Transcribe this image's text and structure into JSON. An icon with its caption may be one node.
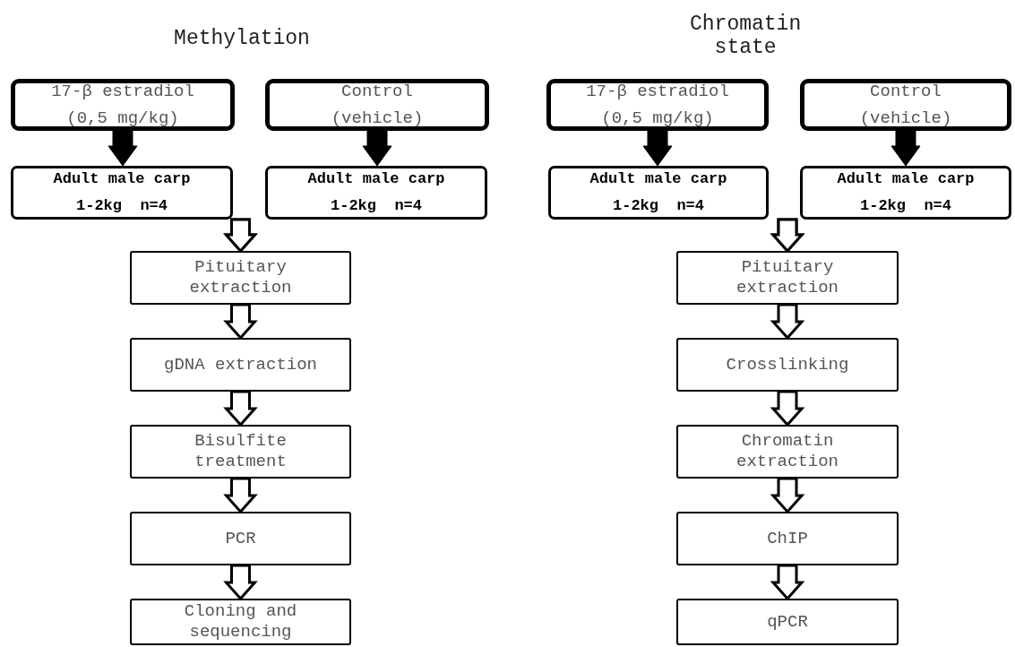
{
  "diagram": {
    "nodes": [
      {
        "text": [
          "17-β estradiol (0,5 mg/kg)"
        ]
      },
      {
        "text": [
          "Control (vehicle)"
        ]
      },
      {
        "text": [
          "Adult male carp 1-2kg  n=4"
        ]
      },
      {
        "text": [
          "Adult male carp 1-2kg  n=4"
        ]
      },
      {
        "text": [
          "Pituitary extraction"
        ]
      },
      {
        "text": [
          "gDNA extraction"
        ]
      },
      {
        "text": [
          "Bisulfite treatment"
        ]
      },
      {
        "text": [
          "PCR"
        ]
      },
      {
        "text": [
          "Cloning and sequencing"
        ]
      },
      {
        "text": [
          "17-β estradiol (0,5 mg/kg)"
        ]
      },
      {
        "text": [
          "Control (vehicle)"
        ]
      },
      {
        "text": [
          "Adult male carp 1-2kg  n=4"
        ]
      },
      {
        "text": [
          "Adult male carp 1-2kg  n=4"
        ]
      },
      {
        "text": [
          "Pituitary extraction"
        ]
      },
      {
        "text": [
          "Crosslinking"
        ]
      },
      {
        "text": [
          "Chromatin extraction"
        ]
      },
      {
        "text": [
          "ChIP"
        ]
      },
      {
        "text": [
          "qPCR"
        ]
      }
    ],
    "edges": [
      {
        "from": 0,
        "to": 2,
        "arrow": "to",
        "style": "thick"
      },
      {
        "from": 1,
        "to": 3,
        "arrow": "to",
        "style": "thick"
      },
      {
        "from": 2,
        "to": 4,
        "arrow": "to"
      },
      {
        "from": 3,
        "to": 4,
        "arrow": "to"
      },
      {
        "from": 4,
        "to": 5,
        "arrow": "to"
      },
      {
        "from": 5,
        "to": 6,
        "arrow": "to"
      },
      {
        "from": 6,
        "to": 7,
        "arrow": "to"
      },
      {
        "from": 7,
        "to": 8,
        "arrow": "to"
      },
      {
        "from": 9,
        "to": 11,
        "arrow": "to",
        "style": "thick"
      },
      {
        "from": 10,
        "to": 12,
        "arrow": "to",
        "style": "thick"
      },
      {
        "from": 11,
        "to": 13,
        "arrow": "to"
      },
      {
        "from": 12,
        "to": 13,
        "arrow": "to"
      },
      {
        "from": 13,
        "to": 14,
        "arrow": "to"
      },
      {
        "from": 14,
        "to": 15,
        "arrow": "to"
      },
      {
        "from": 15,
        "to": 16,
        "arrow": "to"
      },
      {
        "from": 16,
        "to": 17,
        "arrow": "to"
      }
    ],
    "labels": [
      "Methylation",
      "Chromatin state"
    ]
  }
}
